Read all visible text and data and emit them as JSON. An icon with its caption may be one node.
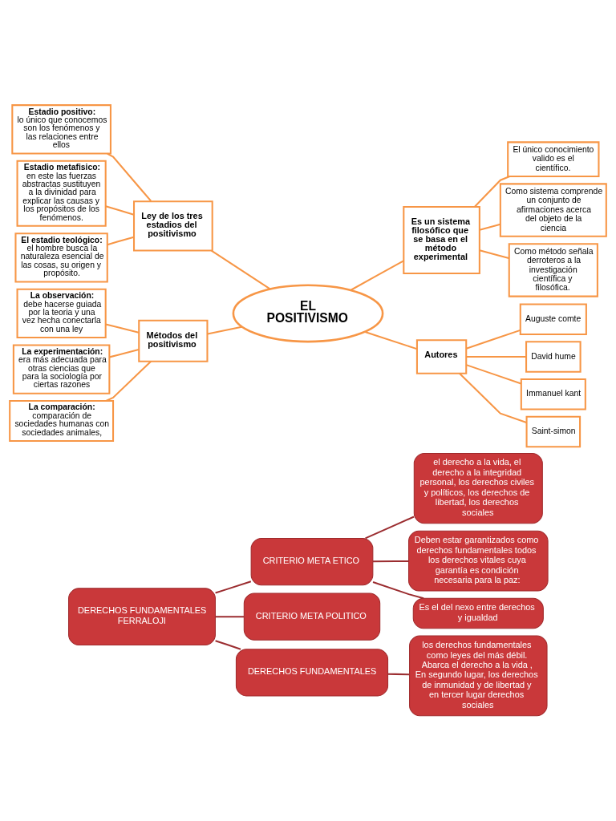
{
  "diagram": {
    "nodes": [
      {
        "text": [
          "EL POSITIVISMO"
        ]
      },
      {
        "text": [
          "Ley de los tres estadios del positivismo"
        ]
      },
      {
        "text": [
          "**Estadio positivo:** lo único que conocemos son los fenómenos y las relaciones entre ellos"
        ]
      },
      {
        "text": [
          "**Estadio metafisico:** en este las fuerzas abstractas sustituyen a la divinidad para explicar las causas y los propósitos de los fenómenos."
        ]
      },
      {
        "text": [
          "**El estadio teológico:** el hombre busca la naturaleza esencial de las cosas, su origen y propósito."
        ]
      },
      {
        "text": [
          "Es un sistema filosófico que se basa en el método experimental"
        ]
      },
      {
        "text": [
          "El único conocimiento valido es el científico."
        ]
      },
      {
        "text": [
          "Como sistema comprende un conjunto de afirmaciones acerca del objeto de la ciencia"
        ]
      },
      {
        "text": [
          "Como método señala derroteros a la investigación científica y filosófica."
        ]
      },
      {
        "text": [
          "Métodos del positivismo"
        ]
      },
      {
        "text": [
          "**La observación:** debe hacerse guiada por la teoria y una vez hecha conectarla con una ley"
        ]
      },
      {
        "text": [
          "**La experimentación:** era más adecuada para otras ciencias que para la sociología por ciertas razones"
        ]
      },
      {
        "text": [
          "**La comparación:** comparación de sociedades humanas con sociedades animales,"
        ]
      },
      {
        "text": [
          "Autores"
        ]
      },
      {
        "text": [
          "Auguste comte"
        ]
      },
      {
        "text": [
          "David hume"
        ]
      },
      {
        "text": [
          "Immanuel kant"
        ]
      },
      {
        "text": [
          "Saint-simon"
        ]
      },
      {
        "text": [
          "DERECHOS FUNDAMENTALES FERRALOJI"
        ]
      },
      {
        "text": [
          "CRITERIO META ETICO"
        ]
      },
      {
        "text": [
          "CRITERIO META POLITICO"
        ]
      },
      {
        "text": [
          "DERECHOS FUNDAMENTALES"
        ]
      },
      {
        "text": [
          "el derecho a la vida, el derecho a la integridad personal, los derechos civiles y políticos, los derechos de libertad, los derechos sociales"
        ]
      },
      {
        "text": [
          "Deben estar garantizados como derechos fundamentales todos los derechos vitales cuya garantía es condición necesaria para la paz:"
        ]
      },
      {
        "text": [
          "Es el del nexo entre derechos y igualdad"
        ]
      },
      {
        "text": [
          "los derechos fundamentales como leyes del más débil. Abarca el derecho a la vida , En segundo lugar, los derechos de inmunidad y de libertad y en tercer lugar derechos sociales"
        ]
      }
    ],
    "edges": [
      {
        "from": 0,
        "to": 1,
        "arrow": "none"
      },
      {
        "from": 1,
        "to": 2,
        "arrow": "none"
      },
      {
        "from": 1,
        "to": 3,
        "arrow": "none"
      },
      {
        "from": 1,
        "to": 4,
        "arrow": "none"
      },
      {
        "from": 0,
        "to": 5,
        "arrow": "none"
      },
      {
        "from": 5,
        "to": 6,
        "arrow": "none"
      },
      {
        "from": 5,
        "to": 7,
        "arrow": "none"
      },
      {
        "from": 5,
        "to": 8,
        "arrow": "none"
      },
      {
        "from": 0,
        "to": 9,
        "arrow": "none"
      },
      {
        "from": 9,
        "to": 10,
        "arrow": "none"
      },
      {
        "from": 9,
        "to": 11,
        "arrow": "none"
      },
      {
        "from": 9,
        "to": 12,
        "arrow": "none"
      },
      {
        "from": 0,
        "to": 13,
        "arrow": "none"
      },
      {
        "from": 13,
        "to": 14,
        "arrow": "none"
      },
      {
        "from": 13,
        "to": 15,
        "arrow": "none"
      },
      {
        "from": 13,
        "to": 16,
        "arrow": "none"
      },
      {
        "from": 13,
        "to": 17,
        "arrow": "none"
      },
      {
        "from": 18,
        "to": 19,
        "arrow": "none",
        "color": "#9b2d30"
      },
      {
        "from": 18,
        "to": 20,
        "arrow": "none",
        "color": "#9b2d30"
      },
      {
        "from": 18,
        "to": 21,
        "arrow": "none",
        "color": "#9b2d30"
      },
      {
        "from": 19,
        "to": 22,
        "arrow": "none",
        "color": "#9b2d30"
      },
      {
        "from": 19,
        "to": 23,
        "arrow": "none",
        "color": "#9b2d30"
      },
      {
        "from": 19,
        "to": 24,
        "arrow": "none",
        "color": "#9b2d30"
      },
      {
        "from": 21,
        "to": 25,
        "arrow": "none",
        "color": "#9b2d30"
      }
    ]
  }
}
